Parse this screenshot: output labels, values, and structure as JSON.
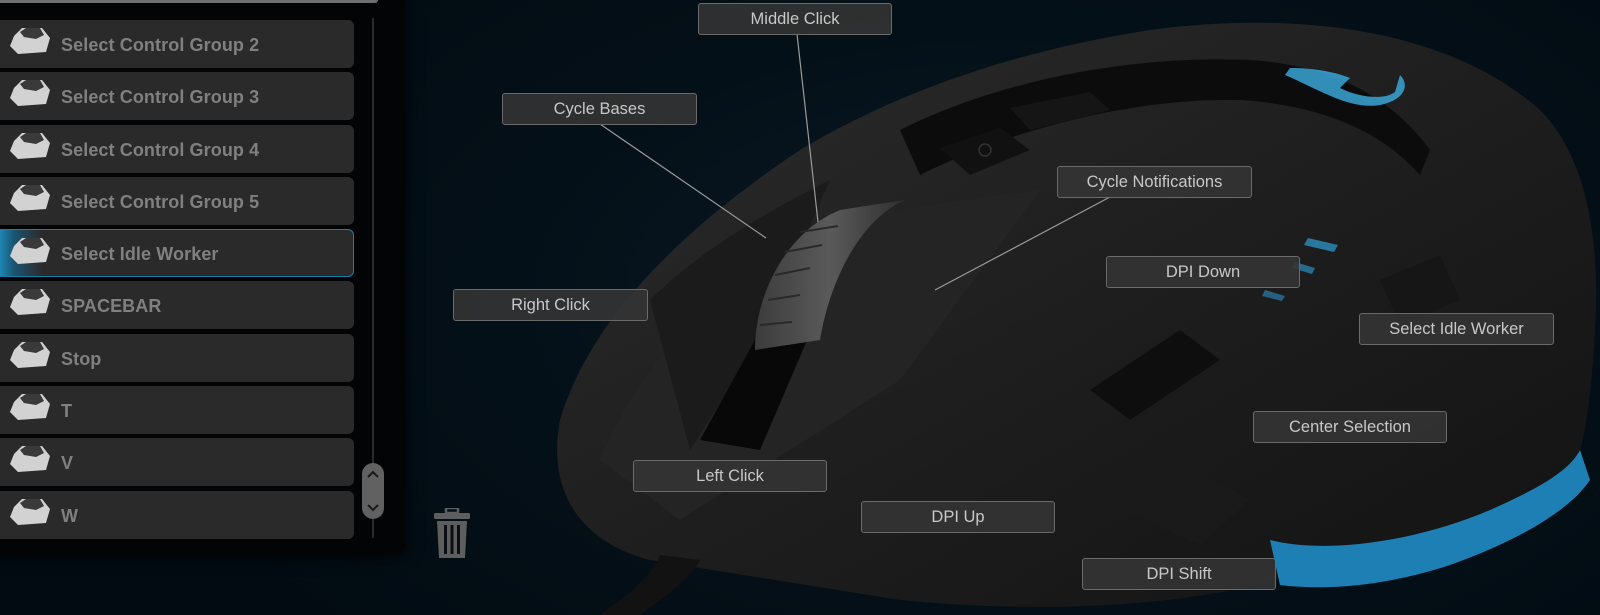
{
  "assignment_list": {
    "items": [
      {
        "label": "Select Control Group 2",
        "icon": "keyboard-key-icon",
        "selected": false
      },
      {
        "label": "Select Control Group 3",
        "icon": "keyboard-key-icon",
        "selected": false
      },
      {
        "label": "Select Control Group 4",
        "icon": "keyboard-key-icon",
        "selected": false
      },
      {
        "label": "Select Control Group 5",
        "icon": "keyboard-key-icon",
        "selected": false
      },
      {
        "label": "Select Idle Worker",
        "icon": "keyboard-key-icon",
        "selected": true
      },
      {
        "label": "SPACEBAR",
        "icon": "keyboard-key-icon",
        "selected": false
      },
      {
        "label": "Stop",
        "icon": "keyboard-key-icon",
        "selected": false
      },
      {
        "label": "T",
        "icon": "keyboard-key-icon",
        "selected": false
      },
      {
        "label": "V",
        "icon": "keyboard-key-icon",
        "selected": false
      },
      {
        "label": "W",
        "icon": "keyboard-key-icon",
        "selected": false
      }
    ],
    "scrollbar_icon_up": "chevron-up-icon",
    "scrollbar_icon_down": "chevron-down-icon"
  },
  "trash": {
    "icon": "trash-icon"
  },
  "mouse_buttons": {
    "middle_click": "Middle Click",
    "cycle_bases": "Cycle Bases",
    "cycle_notifications": "Cycle Notifications",
    "right_click": "Right Click",
    "dpi_down": "DPI Down",
    "select_idle_worker": "Select Idle Worker",
    "center_selection": "Center Selection",
    "left_click": "Left Click",
    "dpi_up": "DPI Up",
    "dpi_shift": "DPI Shift"
  },
  "colors": {
    "accent_blue": "#1f86b3",
    "logo_blue": "#3aa6d6",
    "panel_bg": "#020405",
    "item_bg": "#2a2a2a",
    "item_text": "#808080",
    "callout_text": "#c8c8c8"
  }
}
